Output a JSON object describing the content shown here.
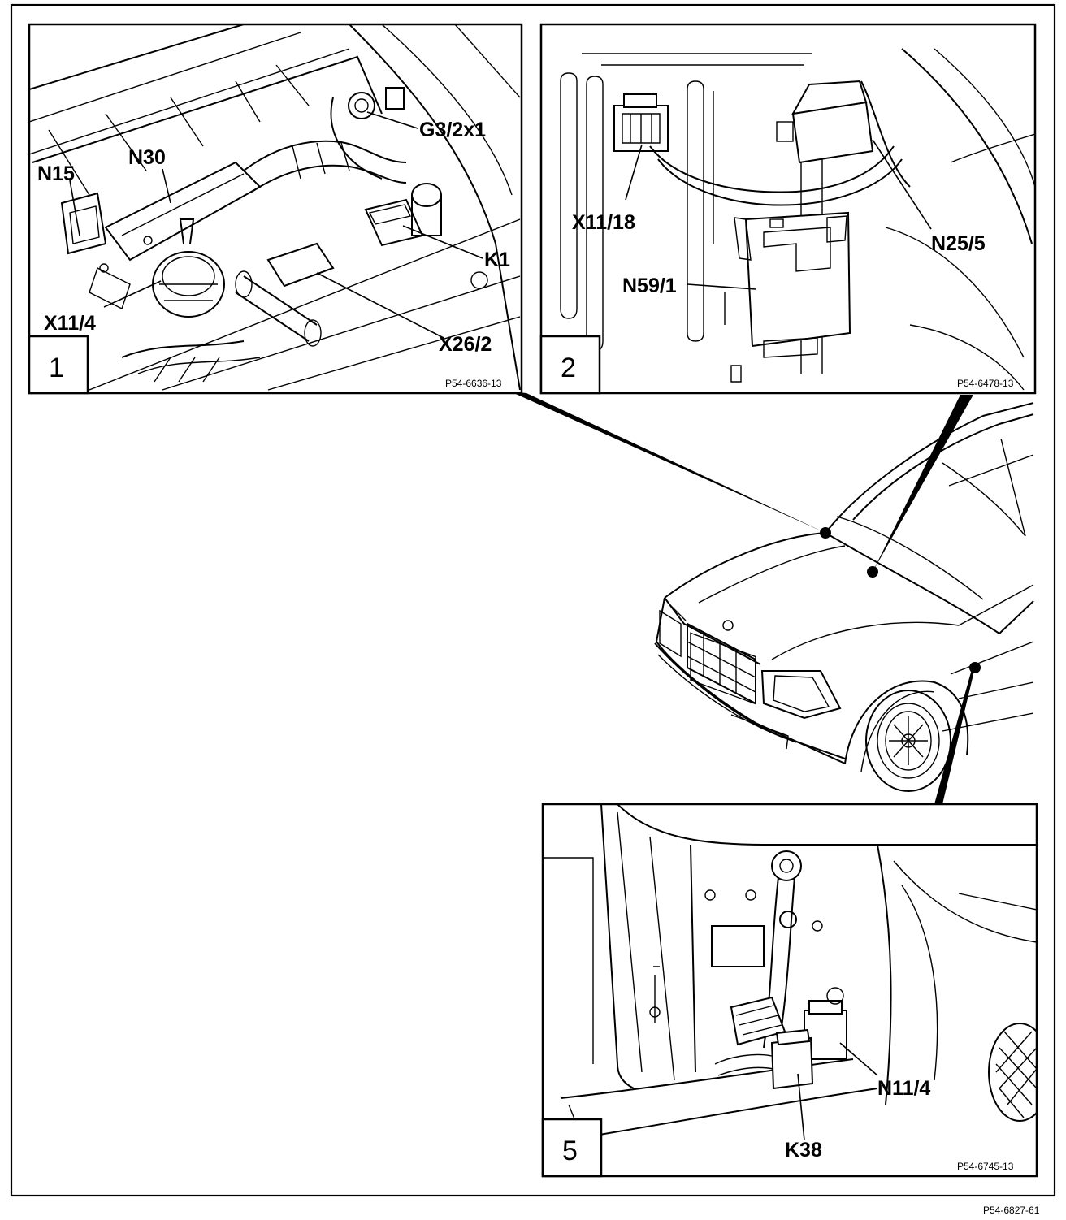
{
  "diagram": {
    "page_ref": "P54-6827-61",
    "panels": [
      {
        "number": "1",
        "ref": "P54-6636-13",
        "labels": [
          "N15",
          "N30",
          "G3/2x1",
          "K1",
          "X11/4",
          "X26/2"
        ]
      },
      {
        "number": "2",
        "ref": "P54-6478-13",
        "labels": [
          "X11/18",
          "N25/5",
          "N59/1"
        ]
      },
      {
        "number": "5",
        "ref": "P54-6745-13",
        "labels": [
          "N11/4",
          "K38"
        ]
      }
    ]
  }
}
